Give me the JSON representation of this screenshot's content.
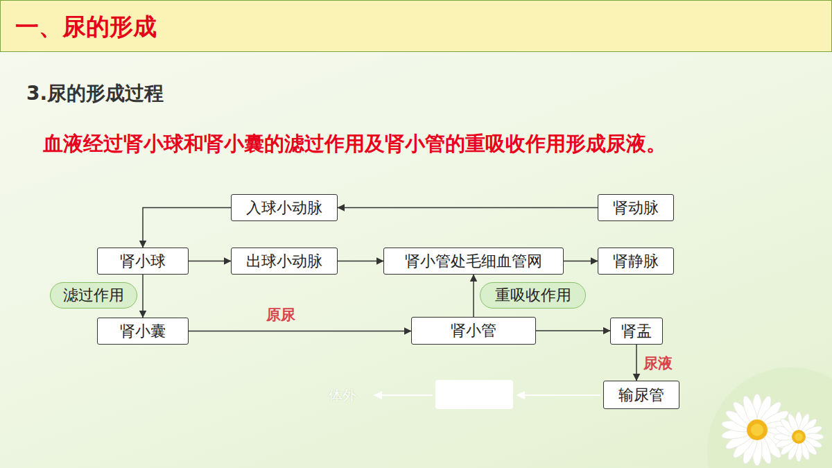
{
  "diagram": {
    "title": "一、尿的形成",
    "nodes": [
      {
        "text": [
          "入球小动脉"
        ]
      },
      {
        "text": [
          "肾动脉"
        ]
      },
      {
        "text": [
          "肾小球"
        ]
      },
      {
        "text": [
          "出球小动脉"
        ]
      },
      {
        "text": [
          "肾小管处毛细血管网"
        ]
      },
      {
        "text": [
          "肾静脉"
        ]
      },
      {
        "text": [
          "滤过作用"
        ]
      },
      {
        "text": [
          "重吸收作用"
        ]
      },
      {
        "text": [
          "肾小囊"
        ]
      },
      {
        "text": [
          "肾小管"
        ]
      },
      {
        "text": [
          "肾盂"
        ]
      },
      {
        "text": [
          "输尿管"
        ]
      }
    ],
    "edges": [
      {
        "from": 1,
        "to": 0,
        "arrow": "to"
      },
      {
        "from": 0,
        "to": 2,
        "arrow": "to"
      },
      {
        "from": 2,
        "to": 3,
        "arrow": "to"
      },
      {
        "from": 3,
        "to": 4,
        "arrow": "to"
      },
      {
        "from": 4,
        "to": 5,
        "arrow": "to"
      },
      {
        "from": 2,
        "to": 8,
        "arrow": "to"
      },
      {
        "from": 8,
        "to": 9,
        "label": "原尿",
        "arrow": "to"
      },
      {
        "from": 9,
        "to": 4,
        "arrow": "to"
      },
      {
        "from": 9,
        "to": 10,
        "arrow": "to"
      },
      {
        "from": 10,
        "to": 11,
        "label": "尿液",
        "arrow": "to"
      }
    ],
    "labels": [
      "3.尿的形成过程",
      "血液经过肾小球和肾小囊的滤过作用及肾小管的重吸收作用形成尿液。",
      "体外"
    ]
  }
}
